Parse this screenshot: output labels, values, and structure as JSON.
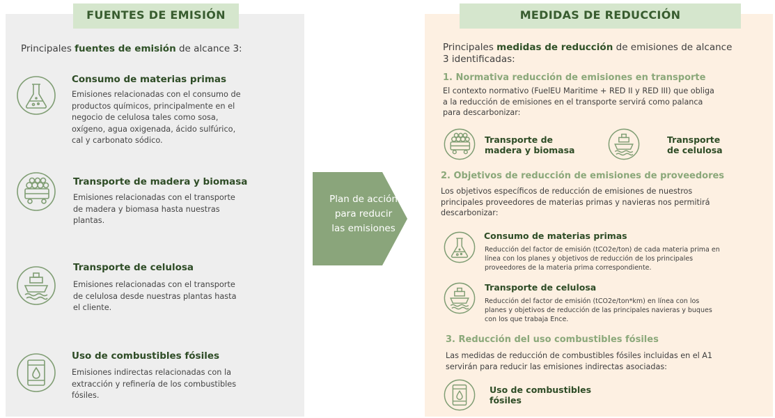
{
  "left": {
    "tag": "FUENTES DE EMISIÓN",
    "intro_pre": "Principales ",
    "intro_bold": "fuentes de emisión",
    "intro_post": " de alcance 3:",
    "items": [
      {
        "title": "Consumo de materias primas",
        "lines": [
          "Emisiones relacionadas con el consumo de",
          "productos químicos, principalmente en el",
          "negocio de celulosa tales como sosa,",
          "oxígeno, agua oxigenada, ácido sulfúrico,",
          "cal y carbonato sódico."
        ],
        "icon": "flask-icon"
      },
      {
        "title": "Transporte de madera y biomasa",
        "lines": [
          "Emisiones relacionadas con el transporte",
          "de madera  y biomasa hasta nuestras",
          "plantas."
        ],
        "icon": "log-truck-icon"
      },
      {
        "title": "Transporte de celulosa",
        "lines": [
          "Emisiones relacionadas con el transporte",
          "de celulosa desde nuestras plantas hasta",
          "el cliente."
        ],
        "icon": "ship-icon"
      },
      {
        "title": "Uso de combustibles fósiles",
        "lines": [
          "Emisiones indirectas relacionadas con la",
          "extracción y refinería de los combustibles",
          "fósiles."
        ],
        "icon": "fuel-barrel-icon"
      }
    ]
  },
  "center": {
    "lines": [
      "Plan de acción",
      "para reducir",
      "las emisiones"
    ]
  },
  "right": {
    "tag": "MEDIDAS DE REDUCCIÓN",
    "intro_pre": "Principales ",
    "intro_bold": "medidas de reducción",
    "intro_post1": " de emisiones de alcance",
    "intro_post2": "3 identificadas:",
    "s1": {
      "heading": "1. Normativa reducción de emisiones en transporte",
      "lines": [
        "El contexto normativo (FuelEU Maritime + RED II y RED III) que obliga",
        "a la reducción de emisiones en el transporte servirá como palanca",
        "para descarbonizar:"
      ],
      "item_a": [
        "Transporte de",
        "madera y biomasa"
      ],
      "item_b": [
        "Transporte",
        "de celulosa"
      ]
    },
    "s2": {
      "heading": "2. Objetivos de reducción de emisiones de proveedores",
      "lines": [
        "Los objetivos específicos de reducción de emisiones de nuestros",
        "principales proveedores de materias primas y navieras nos permitirá",
        "descarbonizar:"
      ],
      "item_a_title": "Consumo de materias primas",
      "item_a_lines": [
        "Reducción del factor de emisión (tCO2e/ton) de cada materia prima en",
        "línea con los planes y objetivos de reducción de los principales",
        "proveedores de la materia prima correspondiente."
      ],
      "item_b_title": "Transporte de celulosa",
      "item_b_lines": [
        "Reducción del factor de emisión (tCO2e/ton*km) en línea con los",
        "planes y objetivos de reducción de las principales navieras y buques",
        "con los que trabaja Ence."
      ]
    },
    "s3": {
      "heading": "3. Reducción del uso combustibles fósiles",
      "lines": [
        "Las medidas de reducción de combustibles fósiles incluidas en el A1",
        "servirán para reducir las emisiones indirectas asociadas:"
      ],
      "item": [
        "Uso de combustibles",
        "fósiles"
      ]
    }
  },
  "colors": {
    "tag_bg": "#d5e6cd",
    "tag_text": "#385c2f",
    "left_bg": "#eeeeee",
    "right_bg": "#fdf0e2",
    "arrow": "#8aa57b",
    "icon_stroke": "#7f9d73",
    "heading_green": "#8ba87a"
  }
}
